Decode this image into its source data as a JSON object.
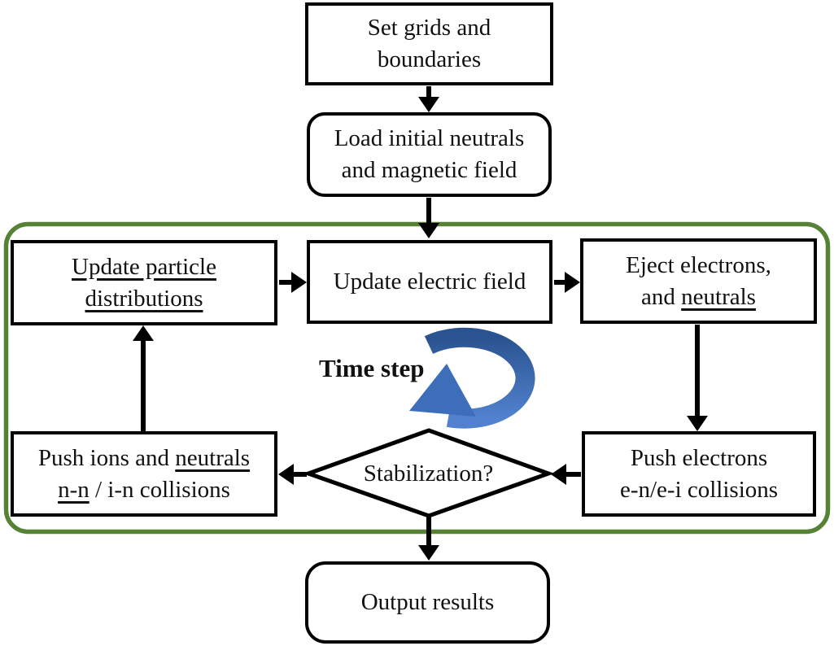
{
  "diagram": {
    "kind": "flowchart",
    "nodes": {
      "set_grids": {
        "line1": "Set grids and",
        "line2": "boundaries"
      },
      "load_initial": {
        "line1": "Load initial neutrals",
        "line2": "and magnetic field"
      },
      "update_particle": {
        "line1": "Update particle",
        "line2": "distributions"
      },
      "update_efield": {
        "label": "Update electric field"
      },
      "eject_electrons": {
        "line1": "Eject electrons,",
        "line2_plain": "and ",
        "line2_underlined": "neutrals"
      },
      "push_electrons": {
        "line1": "Push electrons",
        "line2": "e-n/e-i collisions"
      },
      "push_ions": {
        "line1_plain": "Push ions and ",
        "line1_underlined": "neutrals",
        "line2_underlined": "n-n",
        "line2_plain": " / i-n collisions"
      },
      "stabilization": {
        "label": "Stabilization?"
      },
      "output_results": {
        "label": "Output results"
      },
      "time_step": {
        "label": "Time step"
      }
    },
    "icons": {
      "loop_arrow": "clockwise-curved-arrow"
    },
    "colors": {
      "loop_region_border": "#558235",
      "box_border": "#000000",
      "arrow_black": "#000000",
      "loop_arrow_dark": "#2a5390",
      "loop_arrow_light": "#5282cf",
      "loop_arrow_head": "#3e6db9",
      "background": "#ffffff",
      "text": "#111111"
    }
  }
}
